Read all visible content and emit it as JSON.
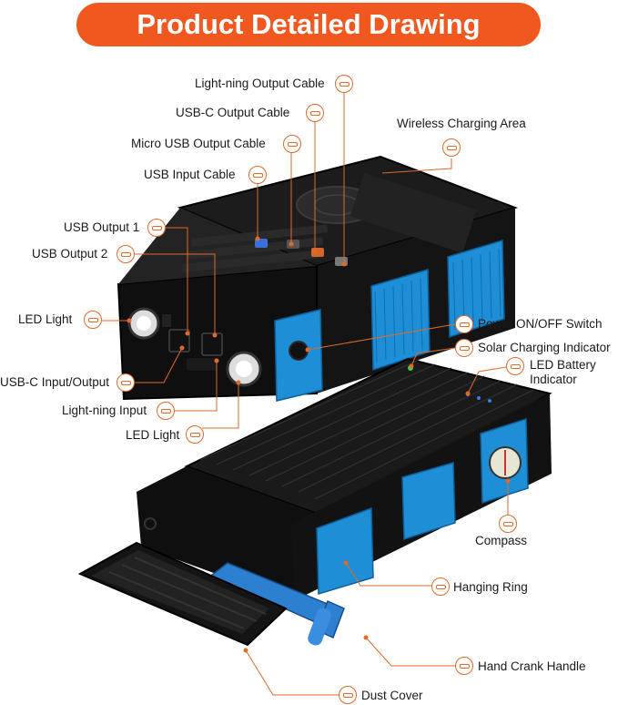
{
  "title": "Product Detailed Drawing",
  "colors": {
    "accent": "#f0581f",
    "device_blue": "#1e8fd6",
    "body_black": "#151515",
    "leader_line": "#e06a2a"
  },
  "labels": {
    "lightning_output_cable": "Light-ning Output Cable",
    "usbc_output_cable": "USB-C Output Cable",
    "micro_usb_output_cable": "Micro USB Output Cable",
    "usb_input_cable": "USB Input Cable",
    "wireless_charging_area": "Wireless Charging Area",
    "usb_output_1": "USB Output 1",
    "usb_output_2": "USB Output 2",
    "led_light_top": "LED Light",
    "usbc_input_output": "USB-C Input/Output",
    "lightning_input": "Light-ning Input",
    "led_light_bottom": "LED Light",
    "power_switch": "Power ON/OFF Switch",
    "solar_charging_indicator": "Solar Charging Indicator",
    "led_battery_indicator_line1": "LED Battery",
    "led_battery_indicator_line2": "Indicator",
    "compass": "Compass",
    "hanging_ring": "Hanging Ring",
    "hand_crank_handle": "Hand Crank Handle",
    "dust_cover": "Dust Cover"
  },
  "icons": {
    "lightning_output_cable": "lightning-icon",
    "usbc_output_cable": "usbc-icon",
    "micro_usb_output_cable": "micro-usb-icon",
    "usb_input_cable": "usb-icon",
    "wireless_charging_area": "wireless-icon",
    "usb_output_1": "usb-port-icon",
    "usb_output_2": "usb-port-icon",
    "led_light_top": "flashlight-icon",
    "usbc_input_output": "usbc-icon",
    "lightning_input": "lightning-port-icon",
    "led_light_bottom": "flashlight-icon",
    "power_switch": "power-icon",
    "solar_charging_indicator": "sun-icon",
    "led_battery_indicator": "bulb-icon",
    "compass": "compass-icon",
    "hanging_ring": "ring-icon",
    "hand_crank_handle": "crank-icon",
    "dust_cover": "cover-icon"
  }
}
